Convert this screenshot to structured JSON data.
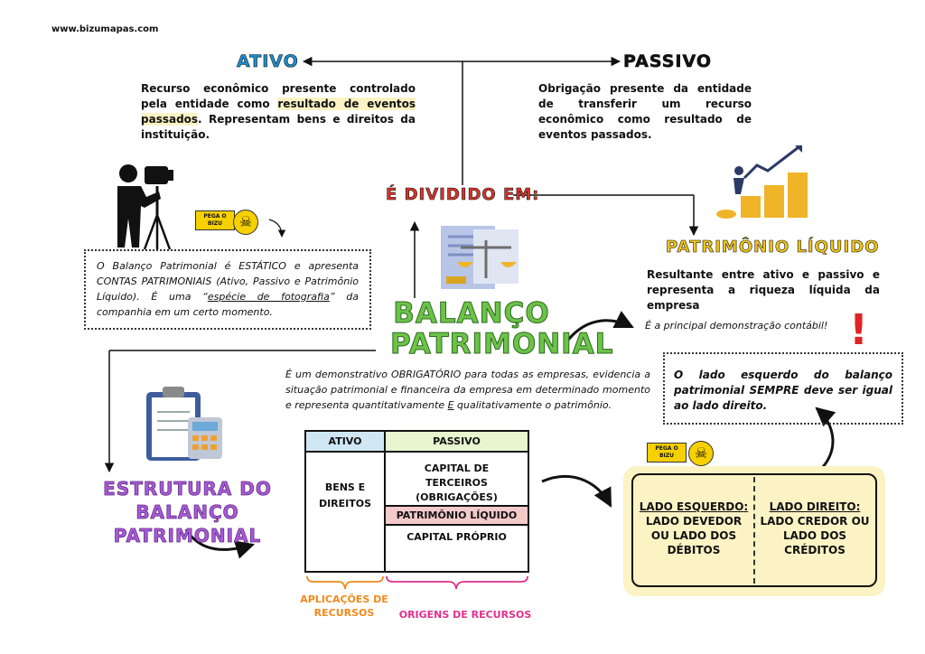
{
  "site": "www.bizumapas.com",
  "colors": {
    "ativo": "#1c8fd0",
    "divided": "#d8342a",
    "pl": "#f0c419",
    "title": "#6cc24a",
    "estrutura": "#a95bd6",
    "aplicacoes": "#f08a1c",
    "origens": "#e0308a",
    "table_header_ativo": "#cfe7f4",
    "table_header_passivo": "#e7f6cf",
    "table_pl": "#f3c9c9",
    "box_fill": "#fbf3c4"
  },
  "ativo": {
    "heading": "ATIVO",
    "text_before": "Recurso econômico presente controlado pela entidade como ",
    "text_highlight": "resultado de eventos passados",
    "text_after": ". Representam bens e direitos da instituição."
  },
  "passivo": {
    "heading": "PASSIVO",
    "text": "Obrigação presente da entidade de transferir um recurso econômico como resultado de eventos passados."
  },
  "divided_heading": "É DIVIDIDO EM:",
  "title_line1": "BALANÇO",
  "title_line2": "PATRIMONIAL",
  "patrimonio_liquido": {
    "heading": "PATRIMÔNIO LÍQUIDO",
    "text": "Resultante entre ativo e passivo e representa a riqueza líquida da empresa",
    "note": "É a principal demonstração contábil!"
  },
  "pega_o_bizu": {
    "line1": "PEGA O",
    "line2": "BIZU"
  },
  "left_box": {
    "text_before": "O Balanço Patrimonial é ESTÁTICO e apresenta CONTAS PATRIMONIAIS (Ativo, Passivo e Patrimônio Líquido). É uma “",
    "text_underlined": "espécie de fotografia",
    "text_after": "” da companhia em um certo momento."
  },
  "right_box": {
    "text": "O lado esquerdo do balanço patrimonial SEMPRE deve ser igual ao lado direito."
  },
  "center_text": {
    "before": "É um demonstrativo OBRIGATÓRIO para todas as empresas, evidencia a situação patrimonial e financeira da empresa em determinado momento e representa quantitativamente ",
    "underlined": "E",
    "after": " qualitativamente o patrimônio."
  },
  "estrutura_line1": "ESTRUTURA DO",
  "estrutura_line2": "BALANÇO PATRIMONIAL",
  "table": {
    "col_ativo": "ATIVO",
    "col_passivo": "PASSIVO",
    "bens_direitos": "BENS E DIREITOS",
    "capital_terceiros": "CAPITAL DE TERCEIROS (OBRIGAÇÕES)",
    "pl": "PATRIMÔNIO LÍQUIDO",
    "capital_proprio": "CAPITAL PRÓPRIO"
  },
  "aplicacoes": "APLICAÇÕES DE RECURSOS",
  "origens": "ORIGENS DE RECURSOS",
  "lado_esquerdo": {
    "title": "LADO ESQUERDO:",
    "text": "LADO DEVEDOR OU LADO DOS DÉBITOS"
  },
  "lado_direito": {
    "title": "LADO DIREITO:",
    "text": "LADO CREDOR OU LADO DOS CRÉDITOS"
  }
}
